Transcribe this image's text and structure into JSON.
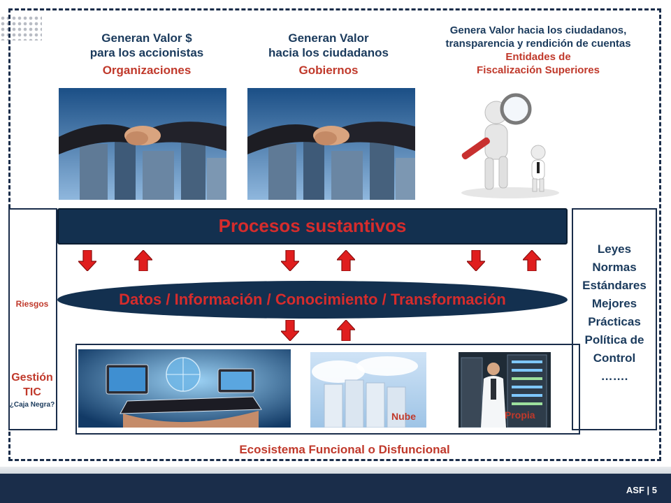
{
  "top_sections": [
    {
      "line1": "Generan Valor $",
      "line2": "para los accionistas",
      "title": "Organizaciones"
    },
    {
      "line1": "Generan Valor",
      "line2": "hacia los ciudadanos",
      "title": "Gobiernos"
    },
    {
      "line1": "Genera Valor hacia los ciudadanos,",
      "line2": "transparencia y rendición de cuentas",
      "title_line1": "Entidades de",
      "title_line2": "Fiscalización Superiores"
    }
  ],
  "banners": {
    "procesos": "Procesos sustantivos",
    "datos": "Datos / Información / Conocimiento / Transformación"
  },
  "left_panel": {
    "riesgos": "Riesgos",
    "gestion_line1": "Gestión",
    "gestion_line2": "TIC",
    "caja_negra": "¿Caja Negra?"
  },
  "right_panel": {
    "items": [
      "Leyes",
      "Normas",
      "Estándares",
      "Mejores",
      "Prácticas",
      "Política de",
      "Control",
      "……."
    ]
  },
  "ecosystem": {
    "nube_label": "Nube",
    "propia_label": "Propia",
    "caption": "Ecosistema Funcional o Disfuncional"
  },
  "footer": {
    "label": "ASF | 5"
  },
  "colors": {
    "navy": "#13304f",
    "red_text": "#c0392b",
    "banner_text": "#d62c2c",
    "arrow_red": "#e01e1e"
  },
  "icons": {
    "down_arrow": "down-arrow-icon",
    "up_arrow": "up-arrow-icon"
  }
}
